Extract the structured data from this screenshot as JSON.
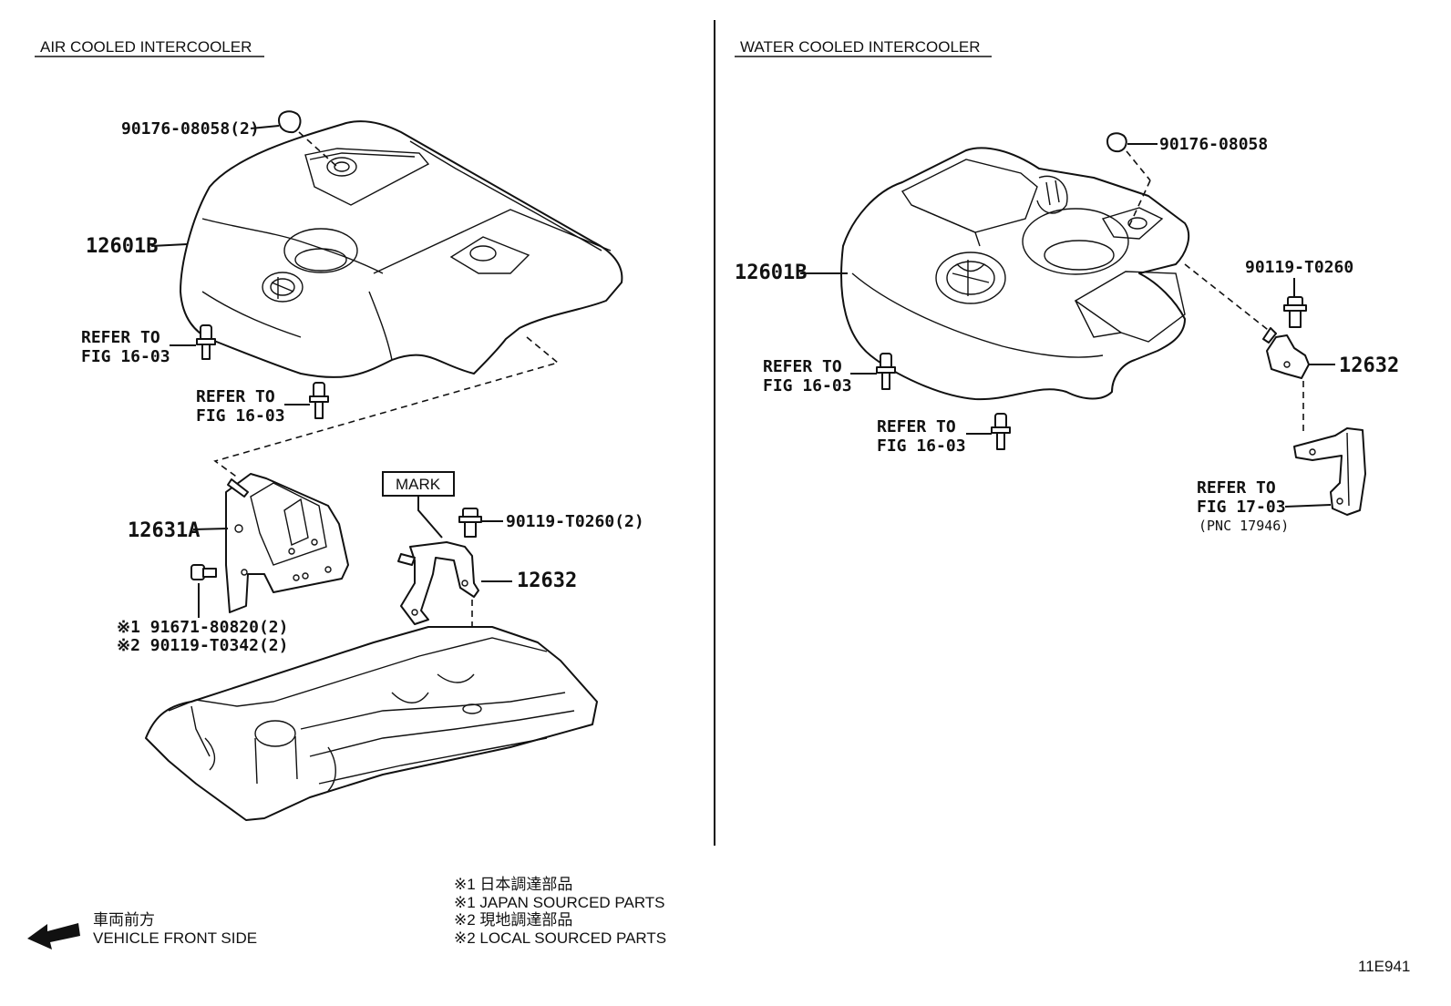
{
  "sections": {
    "left_title": "AIR COOLED INTERCOOLER",
    "right_title": "WATER COOLED INTERCOOLER"
  },
  "left": {
    "clip": "90176-08058(2)",
    "cover": "12601B",
    "refer1_line1": "REFER TO",
    "refer1_line2": "FIG 16-03",
    "refer2_line1": "REFER TO",
    "refer2_line2": "FIG 16-03",
    "mark": "MARK",
    "bolt": "90119-T0260(2)",
    "bracket_a": "12631A",
    "bracket_b": "12632",
    "nut1": "※1 91671-80820(2)",
    "nut2": "※2 90119-T0342(2)"
  },
  "right": {
    "clip": "90176-08058",
    "cover": "12601B",
    "bolt": "90119-T0260",
    "bracket": "12632",
    "refer1_line1": "REFER TO",
    "refer1_line2": "FIG 16-03",
    "refer2_line1": "REFER TO",
    "refer2_line2": "FIG 16-03",
    "refer3_line1": "REFER TO",
    "refer3_line2": "FIG 17-03",
    "refer3_line3": "(PNC 17946)"
  },
  "notes": {
    "n1_jp": "※1  日本調達部品",
    "n1_en": "※1  JAPAN SOURCED PARTS",
    "n2_jp": "※2  現地調達部品",
    "n2_en": "※2  LOCAL SOURCED PARTS"
  },
  "direction": {
    "jp": "車両前方",
    "en": "VEHICLE FRONT SIDE"
  },
  "figure_id": "11E941"
}
